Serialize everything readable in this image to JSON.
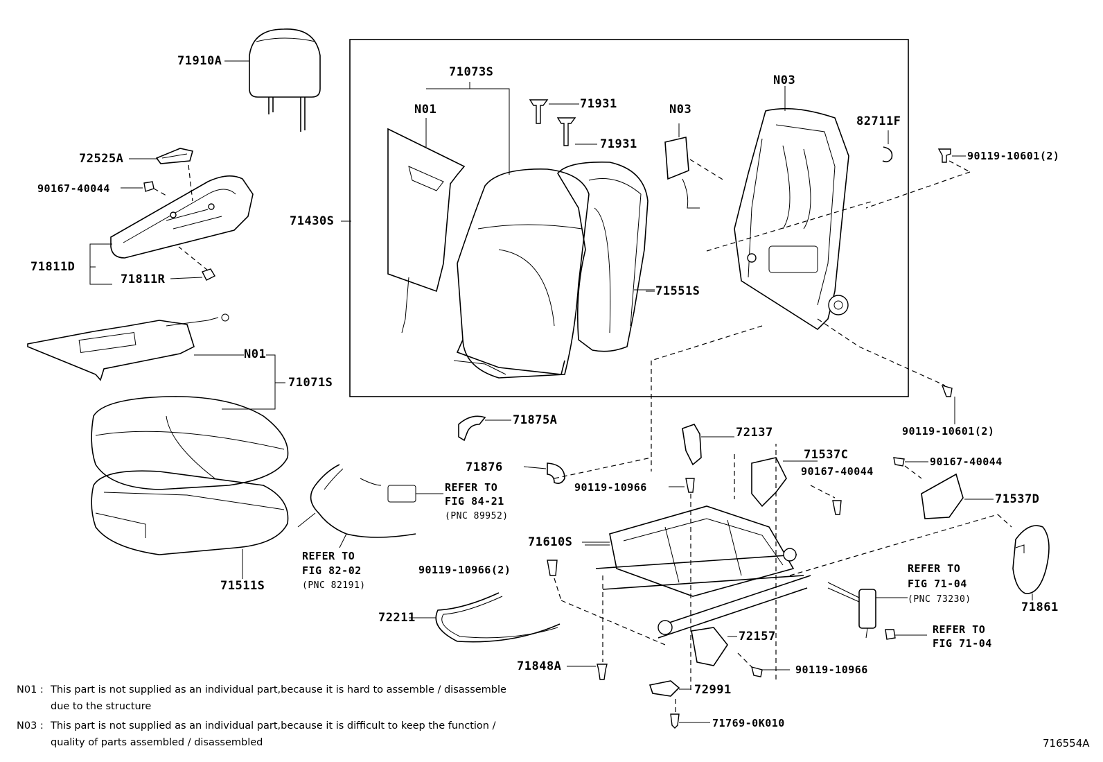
{
  "labels": {
    "headrest": "71910A",
    "armrest_cover": "72525A",
    "screw_armrest": "90167-40044",
    "armrest_cover_d": "71811D",
    "armrest_cover_r": "71811R",
    "cushion_heater_note": "N01",
    "cushion_cover_assy": "71071S",
    "cushion_pad": "71511S",
    "back_heater_note": "N01",
    "back_cover_assy": "71073S",
    "back_assy": "71430S",
    "support_upper": "71931",
    "support_lower": "71931",
    "side_airbag_note": "N03",
    "frame_note": "N03",
    "clip": "82711F",
    "bolt_upper_right": "90119-10601(2)",
    "bolt_lower_right": "90119-10601(2)",
    "back_pad": "71551S",
    "cover_71875a": "71875A",
    "cover_71876": "71876",
    "adjuster_cover": "72137",
    "bolt_center": "90119-10966",
    "cover_71537c": "71537C",
    "screw_c": "90167-40044",
    "screw_d": "90167-40044",
    "cover_71537d": "71537D",
    "adjuster_assy": "71610S",
    "bolt_left": "90119-10966(2)",
    "wire_72211": "72211",
    "cover_72157": "72157",
    "bolt_bottom": "90119-10966",
    "clip_71848a": "71848A",
    "bracket_72991": "72991",
    "screw_71769": "71769-0K010",
    "knob_71861": "71861"
  },
  "references": {
    "ref_84": {
      "line1": "REFER TO",
      "line2": "FIG 84-21",
      "pnc": "(PNC 89952)"
    },
    "ref_82": {
      "line1": "REFER TO",
      "line2": "FIG 82-02",
      "pnc": "(PNC 82191)"
    },
    "ref_71a": {
      "line1": "REFER TO",
      "line2": "FIG 71-04",
      "pnc": "(PNC 73230)"
    },
    "ref_71b": {
      "line1": "REFER TO",
      "line2": "FIG 71-04"
    }
  },
  "notes": {
    "n01_key": "N01 :",
    "n01_line1": "This part is not supplied as an individual part,because it is hard to assemble / disassemble",
    "n01_line2": "due to the structure",
    "n03_key": "N03 :",
    "n03_line1": "This part is not supplied as an individual part,because it is difficult to keep the function /",
    "n03_line2": "quality of parts assembled / disassembled"
  },
  "figure_id": "716554A"
}
